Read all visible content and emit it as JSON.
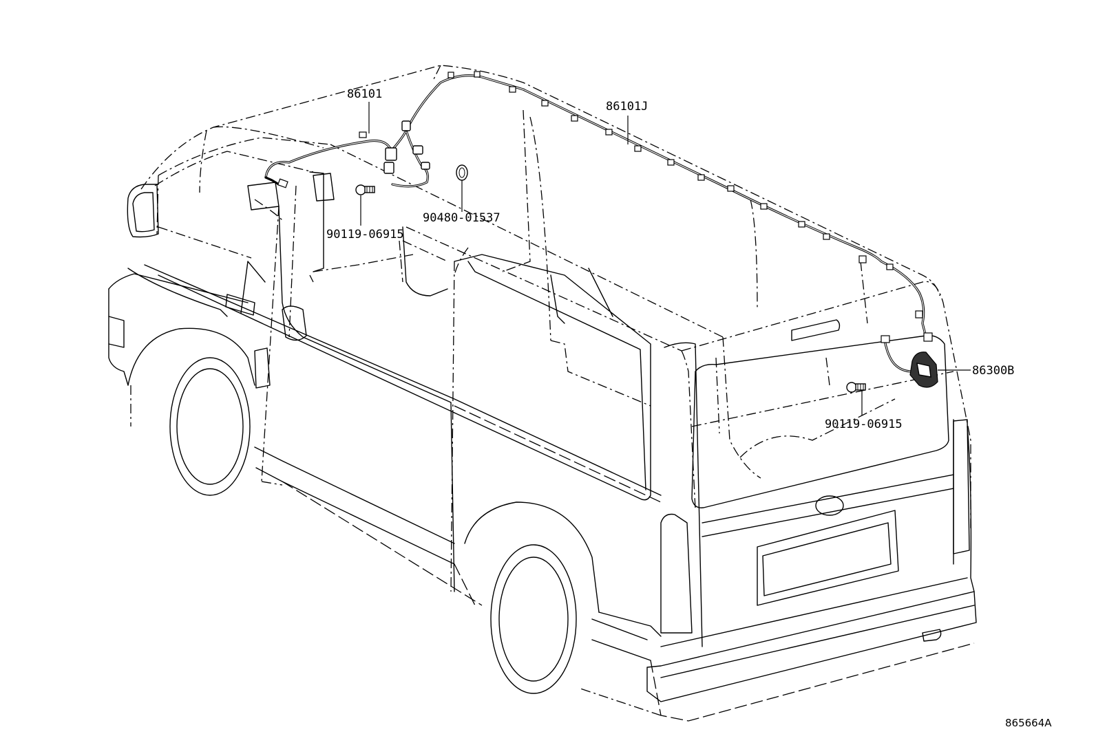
{
  "callouts": {
    "harness_front": "86101",
    "harness_roof": "86101J",
    "grommet": "90480-01537",
    "bolt_front": "90119-06915",
    "module_rear": "86300B",
    "bolt_rear": "90119-06915"
  },
  "figure_code": "865664A"
}
